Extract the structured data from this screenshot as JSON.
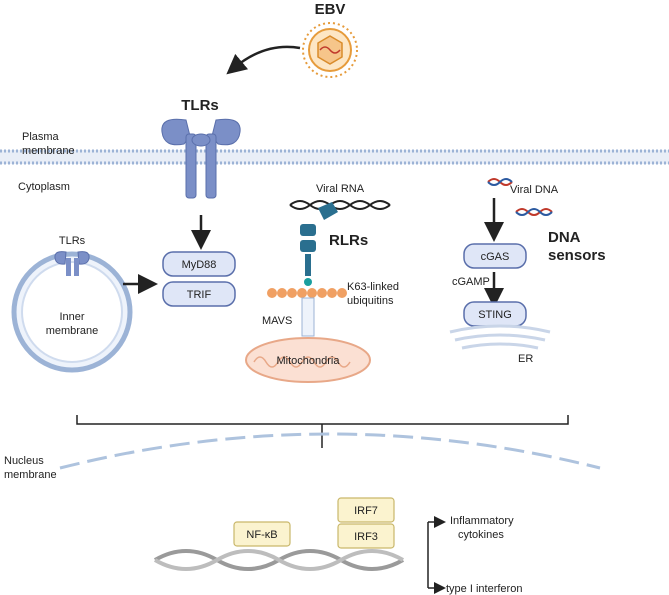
{
  "labels": {
    "ebv": "EBV",
    "tlrs_top": "TLRs",
    "plasma_membrane_line1": "Plasma",
    "plasma_membrane_line2": "membrane",
    "cytoplasm": "Cytoplasm",
    "tlrs_endosome": "TLRs",
    "inner_membrane_line1": "Inner",
    "inner_membrane_line2": "membrane",
    "myd88": "MyD88",
    "trif": "TRIF",
    "viral_rna": "Viral RNA",
    "rlrs": "RLRs",
    "k63_line1": "K63-linked",
    "k63_line2": "ubiquitins",
    "mavs": "MAVS",
    "mitochondria": "Mitochondria",
    "viral_dna": "Viral DNA",
    "dna_sensors_line1": "DNA",
    "dna_sensors_line2": "sensors",
    "cgas": "cGAS",
    "cgamp": "cGAMP",
    "sting": "STING",
    "er": "ER",
    "nucleus_membrane_line1": "Nucleus",
    "nucleus_membrane_line2": "membrane",
    "nfkb": "NF-κB",
    "irf7": "IRF7",
    "irf3": "IRF3",
    "inflammatory_line1": "Inflammatory",
    "inflammatory_line2": "cytokines",
    "type1_ifn": "type I interferon"
  },
  "colors": {
    "receptor": "#7b8fc7",
    "receptor_dark": "#5a6fab",
    "adaptor_fill": "#dfe6f7",
    "adaptor_stroke": "#5a6fab",
    "membrane": "#9cb3d6",
    "rlr": "#2a6f8f",
    "ubiquitin": "#f0a063",
    "mito": "#f3b9a0",
    "tf_fill": "#fbf3cf",
    "tf_stroke": "#c9b76b",
    "dna_grey": "#9a9a9a",
    "virus": "#e69b3b"
  }
}
